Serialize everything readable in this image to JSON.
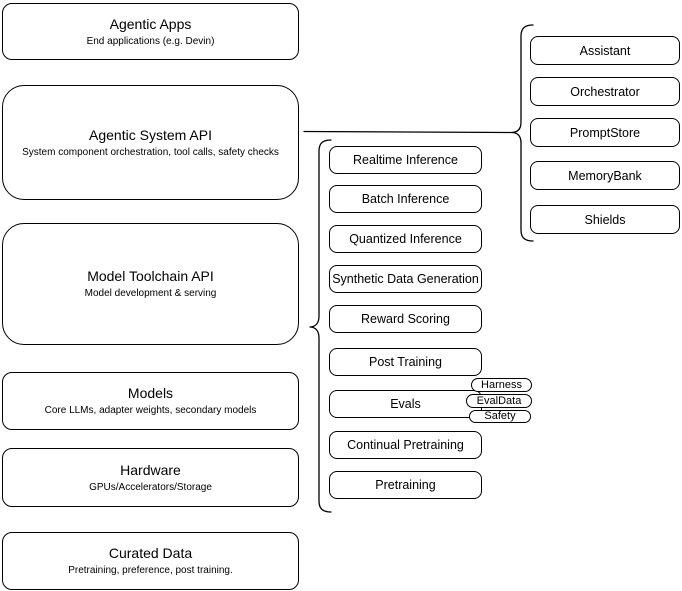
{
  "diagram": {
    "title": "Agentic system stack diagram",
    "left_stack": [
      {
        "id": "agentic-apps",
        "title": "Agentic Apps",
        "subtitle": "End applications (e.g. Devin)"
      },
      {
        "id": "agentic-system-api",
        "title": "Agentic System API",
        "subtitle": "System component orchestration, tool calls, safety checks"
      },
      {
        "id": "model-toolchain-api",
        "title": "Model Toolchain API",
        "subtitle": "Model development & serving"
      },
      {
        "id": "models",
        "title": "Models",
        "subtitle": "Core LLMs, adapter weights, secondary models"
      },
      {
        "id": "hardware",
        "title": "Hardware",
        "subtitle": "GPUs/Accelerators/Storage"
      },
      {
        "id": "curated-data",
        "title": "Curated Data",
        "subtitle": "Pretraining, preference, post training."
      }
    ],
    "toolchain_services": [
      "Realtime Inference",
      "Batch Inference",
      "Quantized Inference",
      "Synthetic Data Generation",
      "Reward Scoring",
      "Post Training",
      "Evals",
      "Continual Pretraining",
      "Pretraining"
    ],
    "evals_tags": [
      "Harness",
      "EvalData",
      "Safety"
    ],
    "system_components": [
      "Assistant",
      "Orchestrator",
      "PromptStore",
      "MemoryBank",
      "Shields"
    ],
    "connections": [
      {
        "from": "toolchain-services-brace",
        "to": "model-toolchain-api"
      },
      {
        "from": "system-components-brace",
        "to": "agentic-system-api"
      }
    ]
  },
  "colors": {
    "background": "#ffffff",
    "stroke": "#000000",
    "text": "#000000"
  }
}
